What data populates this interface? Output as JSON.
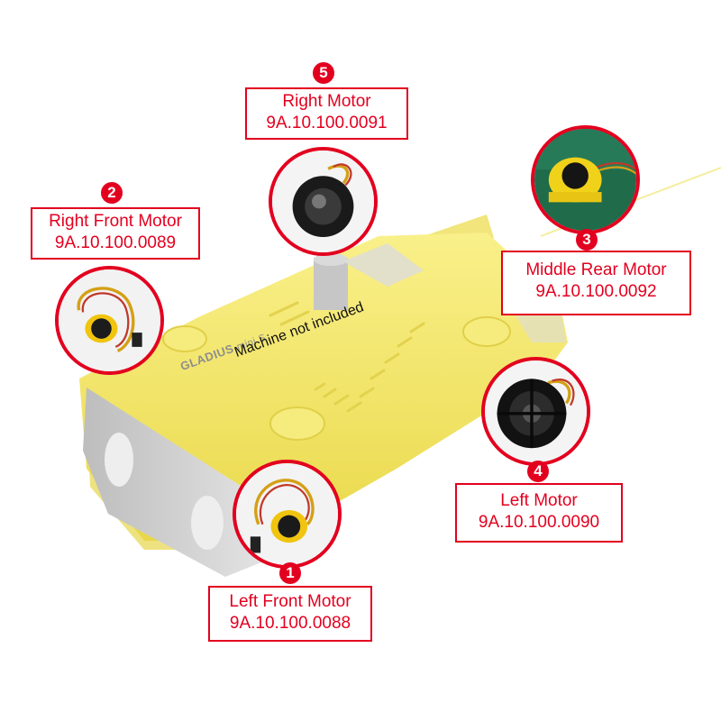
{
  "note": "Machine not included",
  "brand": {
    "name": "GLADIUS",
    "model": "mini S"
  },
  "motors": [
    {
      "number": "1",
      "name": "Left Front Motor",
      "part_number": "9A.10.100.0088"
    },
    {
      "number": "2",
      "name": "Right Front Motor",
      "part_number": "9A.10.100.0089"
    },
    {
      "number": "3",
      "name": "Middle Rear Motor",
      "part_number": "9A.10.100.0092"
    },
    {
      "number": "4",
      "name": "Left Motor",
      "part_number": "9A.10.100.0090"
    },
    {
      "number": "5",
      "name": "Right Motor",
      "part_number": "9A.10.100.0091"
    }
  ],
  "colors": {
    "accent": "#e3001f",
    "drone_body": "#f7ec6e",
    "drone_shade": "#e8d94a",
    "drone_grey": "#cfcfcf"
  },
  "icons": [
    "thruster-motor-icon"
  ]
}
